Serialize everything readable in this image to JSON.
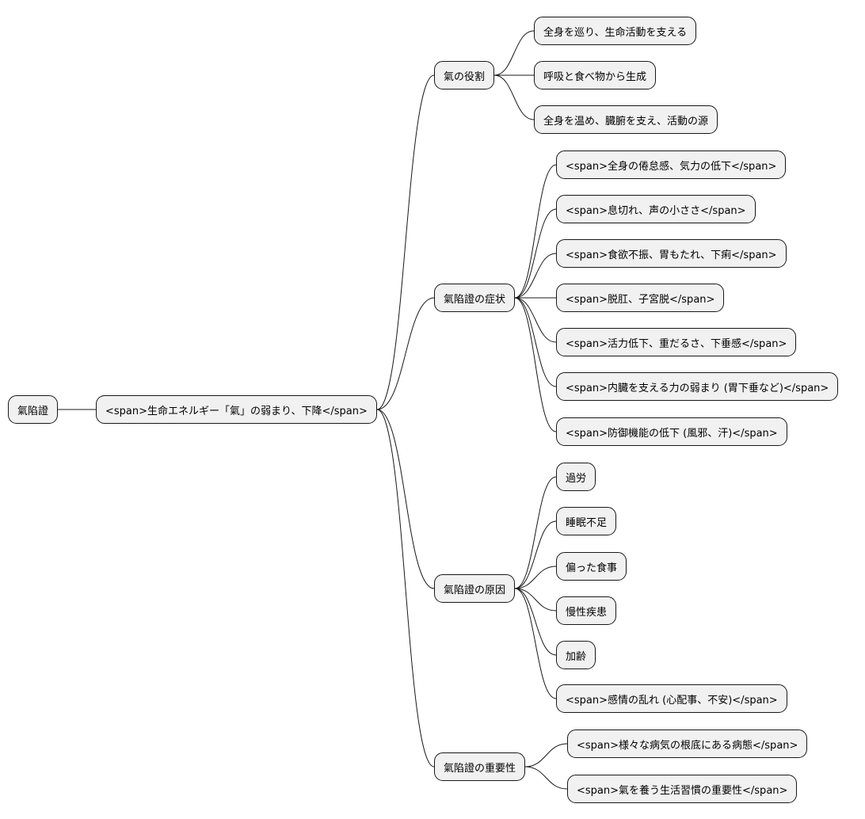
{
  "mindmap": {
    "root": "氣陷證",
    "core": "<span>生命エネルギー「氣」の弱まり、下降</span>",
    "branches": [
      {
        "label": "氣の役割",
        "children": [
          "全身を巡り、生命活動を支える",
          "呼吸と食べ物から生成",
          "全身を温め、臓腑を支え、活動の源"
        ]
      },
      {
        "label": "氣陷證の症状",
        "children": [
          "<span>全身の倦怠感、気力の低下</span>",
          "<span>息切れ、声の小ささ</span>",
          "<span>食欲不振、胃もたれ、下痢</span>",
          "<span>脱肛、子宮脱</span>",
          "<span>活力低下、重だるさ、下垂感</span>",
          "<span>内臓を支える力の弱まり (胃下垂など)</span>",
          "<span>防御機能の低下 (風邪、汗)</span>"
        ]
      },
      {
        "label": "氣陷證の原因",
        "children": [
          "過労",
          "睡眠不足",
          "偏った食事",
          "慢性疾患",
          "加齢",
          "<span>感情の乱れ (心配事、不安)</span>"
        ]
      },
      {
        "label": "氣陷證の重要性",
        "children": [
          "<span>様々な病気の根底にある病態</span>",
          "<span>氣を養う生活習慣の重要性</span>"
        ]
      }
    ]
  }
}
